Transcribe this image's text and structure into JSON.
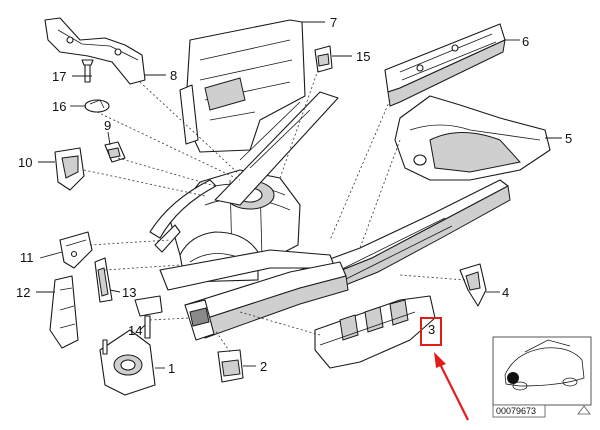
{
  "callouts": [
    {
      "id": "1",
      "text": "1"
    },
    {
      "id": "2",
      "text": "2"
    },
    {
      "id": "3",
      "text": "3"
    },
    {
      "id": "4",
      "text": "4"
    },
    {
      "id": "5",
      "text": "5"
    },
    {
      "id": "6",
      "text": "6"
    },
    {
      "id": "7",
      "text": "7"
    },
    {
      "id": "8",
      "text": "8"
    },
    {
      "id": "9",
      "text": "9"
    },
    {
      "id": "10",
      "text": "10"
    },
    {
      "id": "11",
      "text": "11"
    },
    {
      "id": "12",
      "text": "12"
    },
    {
      "id": "13",
      "text": "13"
    },
    {
      "id": "14",
      "text": "14"
    },
    {
      "id": "15",
      "text": "15"
    },
    {
      "id": "16",
      "text": "16"
    },
    {
      "id": "17",
      "text": "17"
    }
  ],
  "highlight": {
    "callout": "3",
    "color": "#e21b1b"
  },
  "inset": {
    "code": "00079673"
  },
  "colors": {
    "line": "#1a1a1a",
    "shade": "#cfcfcf",
    "highlight": "#e21b1b"
  }
}
